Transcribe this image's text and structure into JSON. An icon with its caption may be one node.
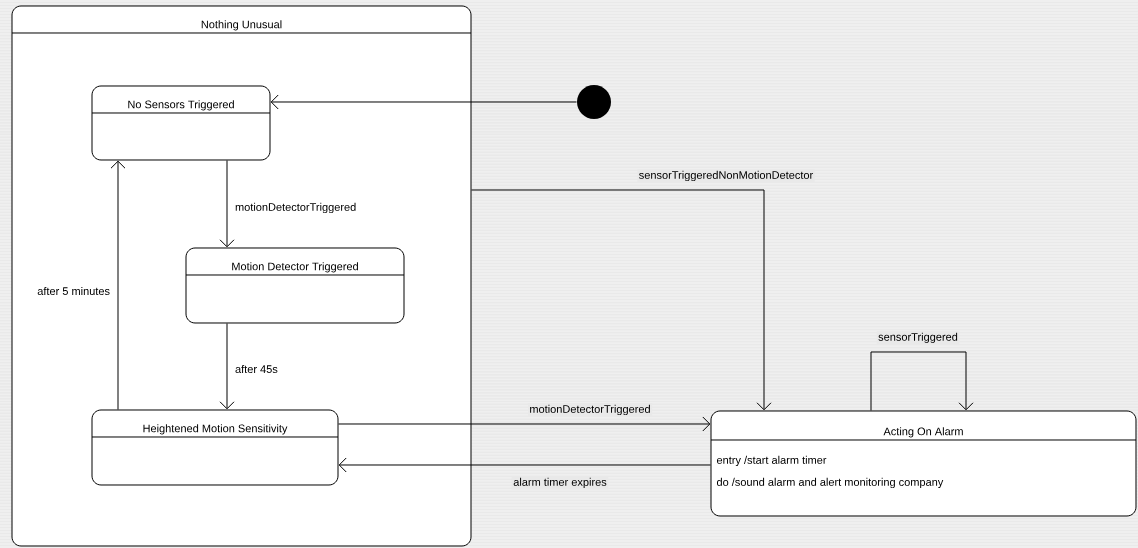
{
  "diagram": {
    "nodes": [
      {
        "text": [
          "Nothing Unusual"
        ]
      },
      {
        "text": [
          "No Sensors Triggered"
        ],
        "in": 0
      },
      {
        "text": [
          "Motion Detector Triggered"
        ],
        "in": 0
      },
      {
        "text": [
          "Heightened Motion Sensitivity"
        ],
        "in": 0
      },
      {
        "text": [
          "Acting On Alarm",
          "entry /start alarm timer",
          "do /sound alarm and alert monitoring company"
        ]
      },
      {
        "text": [],
        "shape": "circle"
      }
    ],
    "edges": [
      {
        "from": 5,
        "to": 1,
        "arrow": "to"
      },
      {
        "from": 1,
        "to": 2,
        "arrow": "to",
        "label": "motionDetectorTriggered"
      },
      {
        "from": 2,
        "to": 3,
        "arrow": "to",
        "label": "after 45s"
      },
      {
        "from": 3,
        "to": 1,
        "arrow": "to",
        "label": "after 5 minutes"
      },
      {
        "from": 3,
        "to": 4,
        "arrow": "to",
        "label": "motionDetectorTriggered"
      },
      {
        "from": 4,
        "to": 3,
        "arrow": "to",
        "label": "alarm timer expires"
      },
      {
        "from": 0,
        "to": 4,
        "arrow": "to",
        "label": "sensorTriggeredNonMotionDetector"
      },
      {
        "from": 4,
        "to": 4,
        "arrow": "to",
        "label": "sensorTriggered"
      }
    ]
  }
}
